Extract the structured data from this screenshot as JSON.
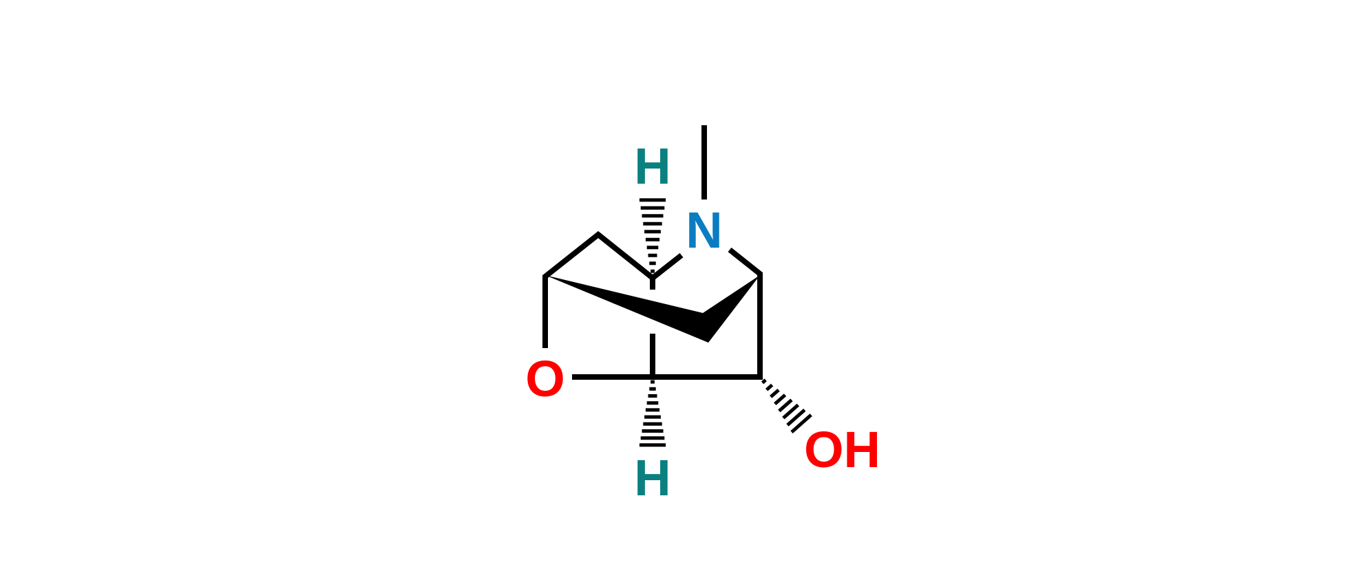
{
  "molecule": {
    "atoms": {
      "nitrogen": "N",
      "oxygen_ring": "O",
      "hydroxyl": "OH",
      "hydrogen_top": "H",
      "hydrogen_bottom": "H"
    },
    "colors": {
      "nitrogen": "#0a7dc2",
      "oxygen": "#ff0000",
      "hydrogen": "#0a8080",
      "bond": "#000000"
    }
  }
}
